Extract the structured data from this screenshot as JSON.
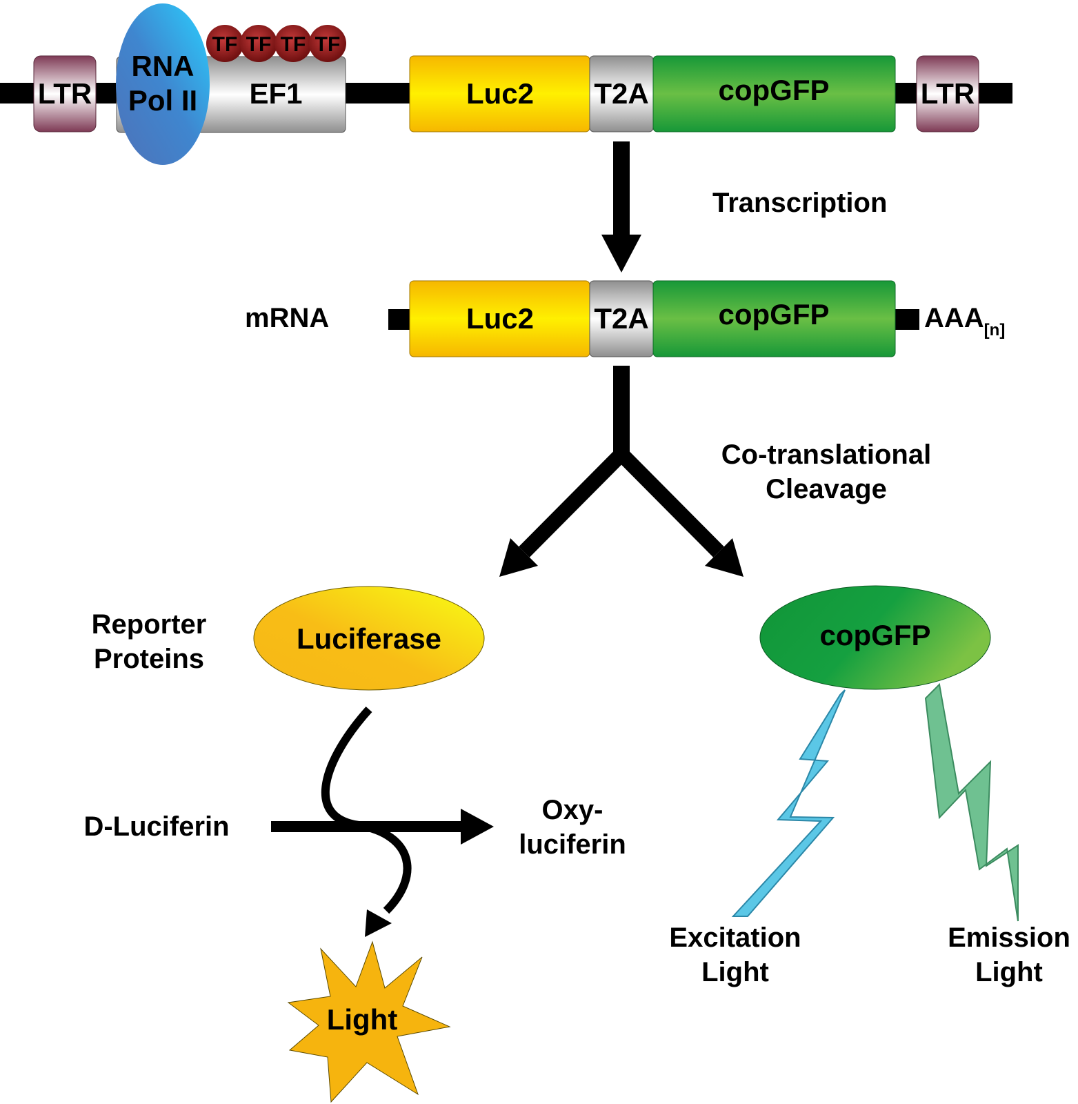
{
  "construct": {
    "ltr_left": "LTR",
    "rna_pol_line1": "RNA",
    "rna_pol_line2": "Pol II",
    "tf_labels": [
      "TF",
      "TF",
      "TF",
      "TF"
    ],
    "promoter": "EF1",
    "luc2": "Luc2",
    "t2a": "T2A",
    "copgfp": "copGFP",
    "ltr_right": "LTR"
  },
  "transcription_label": "Transcription",
  "mrna": {
    "label": "mRNA",
    "luc2": "Luc2",
    "t2a": "T2A",
    "copgfp": "copGFP",
    "polya": "AAA",
    "polya_sub": "[n]"
  },
  "cleavage_label_line1": "Co-translational",
  "cleavage_label_line2": "Cleavage",
  "reporter_label_line1": "Reporter",
  "reporter_label_line2": "Proteins",
  "luciferase_label": "Luciferase",
  "copgfp_protein_label": "copGFP",
  "substrate_label": "D-Luciferin",
  "product_label_line1": "Oxy-",
  "product_label_line2": "luciferin",
  "light_label": "Light",
  "excitation_line1": "Excitation",
  "excitation_line2": "Light",
  "emission_line1": "Emission",
  "emission_line2": "Light",
  "colors": {
    "ltr": "#7e3a55",
    "rna_pol": "#3a8fd6",
    "tf": "#8b1a1a",
    "promoter": "#a8a8a8",
    "luc2": "#f7b500",
    "t2a": "#9a9a9a",
    "copgfp": "#1e9c3c",
    "excitation": "#5bc7e6",
    "emission": "#6fc191",
    "light_star": "#f6b40e"
  }
}
